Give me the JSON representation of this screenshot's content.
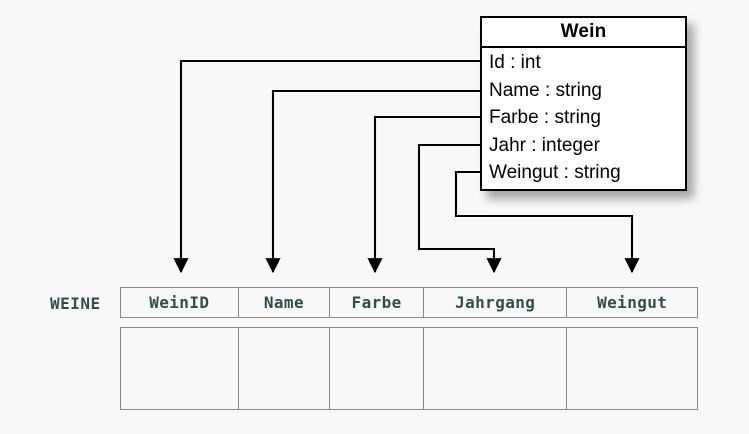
{
  "diagram": {
    "background_color": "#f8f8f8",
    "line_color": "#000000",
    "table_border_color": "#8a8a8a",
    "table_text_color": "#2f4f4f"
  },
  "uml_class": {
    "title": "Wein",
    "attributes": [
      {
        "label": "Id : int"
      },
      {
        "label": "Name : string"
      },
      {
        "label": "Farbe : string"
      },
      {
        "label": "Jahr : integer"
      },
      {
        "label": "Weingut : string"
      }
    ]
  },
  "relational_table": {
    "name": "WEINE",
    "columns": [
      {
        "header": "WeinID"
      },
      {
        "header": "Name"
      },
      {
        "header": "Farbe"
      },
      {
        "header": "Jahrgang"
      },
      {
        "header": "Weingut"
      }
    ],
    "rows": [
      {
        "cells": [
          "",
          "",
          "",
          "",
          ""
        ]
      }
    ]
  },
  "mappings": [
    {
      "from": "Id : int",
      "to": "WeinID"
    },
    {
      "from": "Name : string",
      "to": "Name"
    },
    {
      "from": "Farbe : string",
      "to": "Farbe"
    },
    {
      "from": "Jahr : integer",
      "to": "Jahrgang"
    },
    {
      "from": "Weingut : string",
      "to": "Weingut"
    }
  ]
}
